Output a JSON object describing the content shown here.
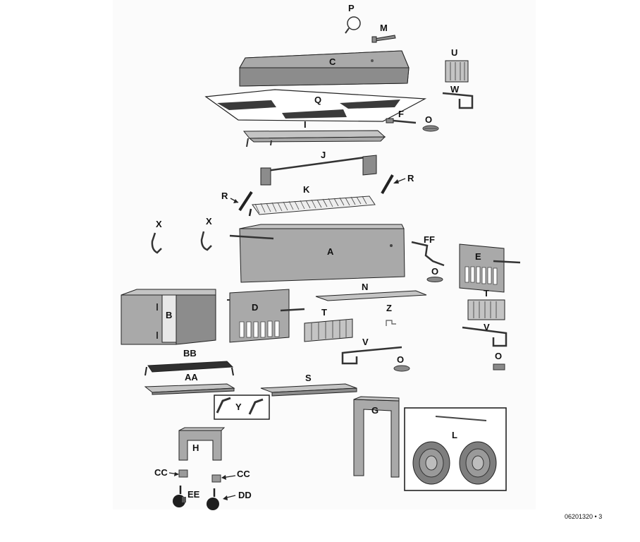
{
  "labels": {
    "P": "P",
    "M": "M",
    "C": "C",
    "U": "U",
    "W": "W",
    "Q": "Q",
    "F": "F",
    "O": "O",
    "I": "I",
    "J": "J",
    "R": "R",
    "K": "K",
    "X": "X",
    "A": "A",
    "FF": "FF",
    "E": "E",
    "N": "N",
    "T": "T",
    "Z": "Z",
    "V": "V",
    "B": "B",
    "D": "D",
    "BB": "BB",
    "AA": "AA",
    "S": "S",
    "Y": "Y",
    "G": "G",
    "L": "L",
    "H": "H",
    "CC": "CC",
    "EE": "EE",
    "DD": "DD"
  },
  "footer": "06201320 • 3"
}
